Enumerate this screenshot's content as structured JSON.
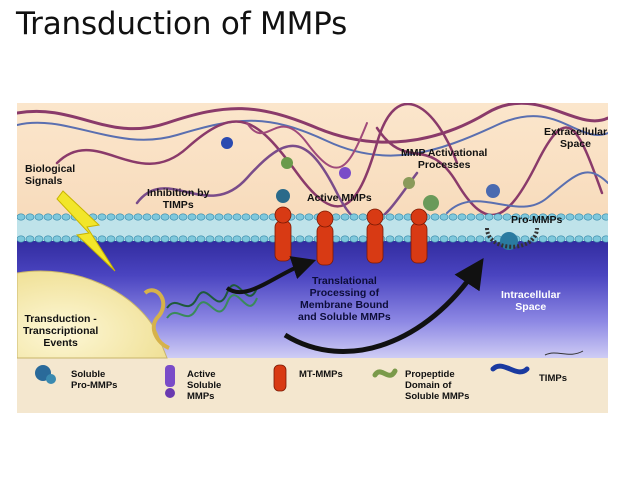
{
  "slide": {
    "title": "Transduction of MMPs"
  },
  "diagram": {
    "labels": {
      "biological_signals": [
        "Biological",
        "Signals"
      ],
      "inhibition_by_timps": [
        "Inhibition by",
        "TIMPs"
      ],
      "active_mmps": [
        "Active MMPs"
      ],
      "mmp_activational_processes": [
        "MMP Activational",
        "Processes"
      ],
      "extracellular_space": [
        "Extracellular",
        "Space"
      ],
      "pro_mmps": [
        "Pro-MMPs"
      ],
      "translational_processing": [
        "Translational",
        "Processing of",
        "Membrane Bound",
        "and Soluble MMPs"
      ],
      "intracellular_space": [
        "Intracellular",
        "Space"
      ],
      "transduction_transcriptional": [
        "Transduction -",
        "Transcriptional",
        "Events"
      ]
    },
    "legend": [
      {
        "icon": "soluble-pro-mmp-icon",
        "lines": [
          "Soluble",
          "Pro-MMPs"
        ]
      },
      {
        "icon": "active-soluble-mmp-icon",
        "lines": [
          "Active",
          "Soluble",
          "MMPs"
        ]
      },
      {
        "icon": "mt-mmp-icon",
        "lines": [
          "MT-MMPs"
        ]
      },
      {
        "icon": "propeptide-domain-icon",
        "lines": [
          "Propeptide",
          "Domain of",
          "Soluble MMPs"
        ]
      },
      {
        "icon": "timp-icon",
        "lines": [
          "TIMPs"
        ]
      }
    ],
    "colors": {
      "background_top": "#f7d9b8",
      "membrane_head": "#7fc8dc",
      "cytoplasm": "#2f2a9a",
      "nucleus": "#f5eab0",
      "collagen": "#8a3a6a",
      "mt_mmp": "#d83a14",
      "arrow": "#111111",
      "lightning": "#f2e62a",
      "legend_bg": "#f4e7cf"
    }
  }
}
